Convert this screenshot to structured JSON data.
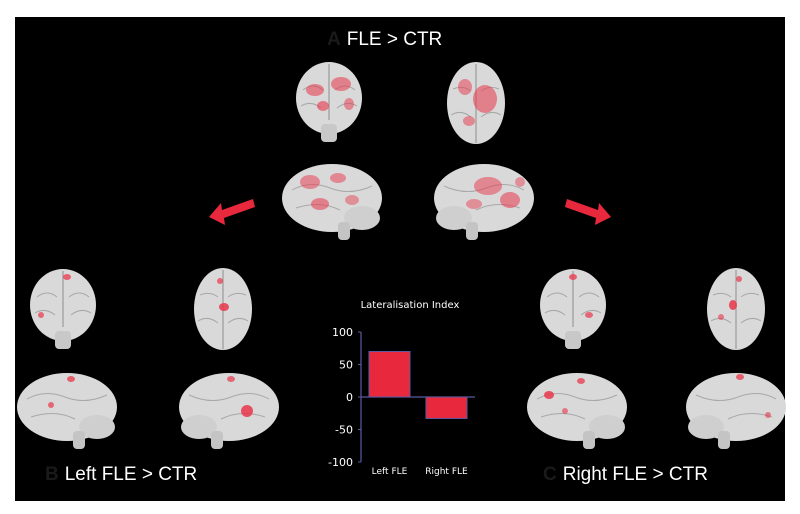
{
  "panels": {
    "a": {
      "letter": "A",
      "title": "FLE > CTR"
    },
    "b": {
      "letter": "B",
      "title": "Left FLE > CTR"
    },
    "c": {
      "letter": "C",
      "title": "Right FLE > CTR"
    }
  },
  "colors": {
    "background": "#000000",
    "activation": "#e8364a",
    "arrow": "#e8283c",
    "bar_fill": "#e8283c",
    "bar_stroke": "#5a5aa0",
    "axis": "#5a5aa0"
  },
  "chart_data": {
    "type": "bar",
    "title": "Lateralisation Index",
    "categories": [
      "Left FLE",
      "Right FLE"
    ],
    "values": [
      70,
      -33
    ],
    "ylim": [
      -100,
      100
    ],
    "yticks": [
      100,
      50,
      0,
      -50,
      -100
    ],
    "xlabel": "",
    "ylabel": "",
    "grid": false,
    "legend": "none"
  }
}
